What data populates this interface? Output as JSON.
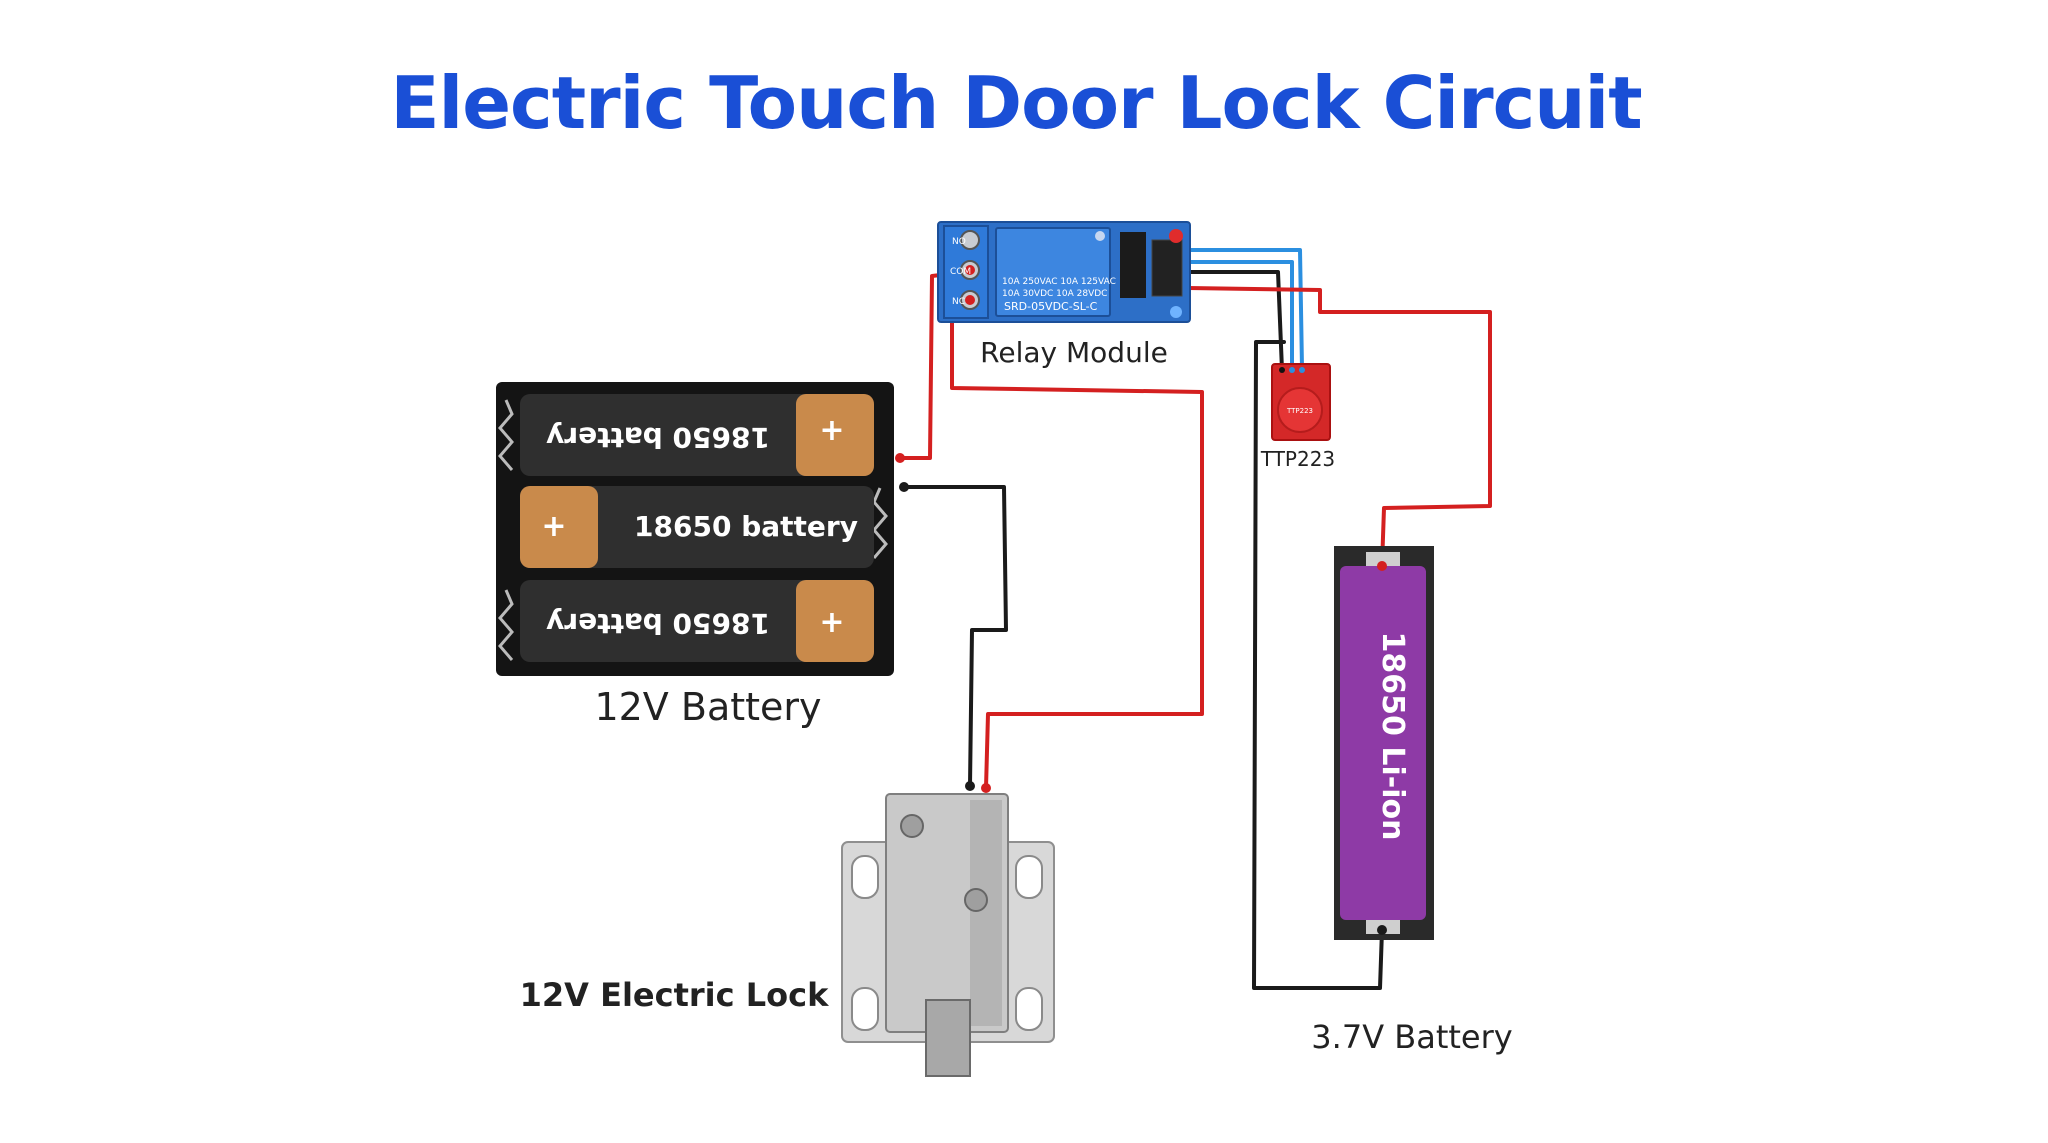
{
  "title": "Electric Touch Door Lock Circuit",
  "components": {
    "relay": {
      "label": "Relay Module",
      "terminals": [
        "NO",
        "COM",
        "NC"
      ],
      "coil_text": "SRD-05VDC-SL-C",
      "rating_lines": [
        "10A 250VAC  10A 125VAC",
        "10A 30VDC  10A 28VDC"
      ]
    },
    "battery_12v": {
      "label": "12V Battery",
      "cells": [
        "18650 battery",
        "18650 battery",
        "18650 battery"
      ],
      "plus": "+"
    },
    "touch_sensor": {
      "label": "TTP223",
      "chip_text": "TTP223"
    },
    "battery_37v": {
      "label": "3.7V Battery",
      "cell_text": "18650 Li-ion"
    },
    "lock": {
      "label": "12V Electric Lock"
    }
  },
  "colors": {
    "title": "#1a4fd6",
    "wire_red": "#d42020",
    "wire_black": "#1a1a1a",
    "wire_blue": "#2b8fe0",
    "relay_board": "#2d6fc7",
    "li_ion_wrap": "#8e3aa6",
    "sensor_board": "#d42828",
    "cell_cap": "#c98a4b"
  }
}
